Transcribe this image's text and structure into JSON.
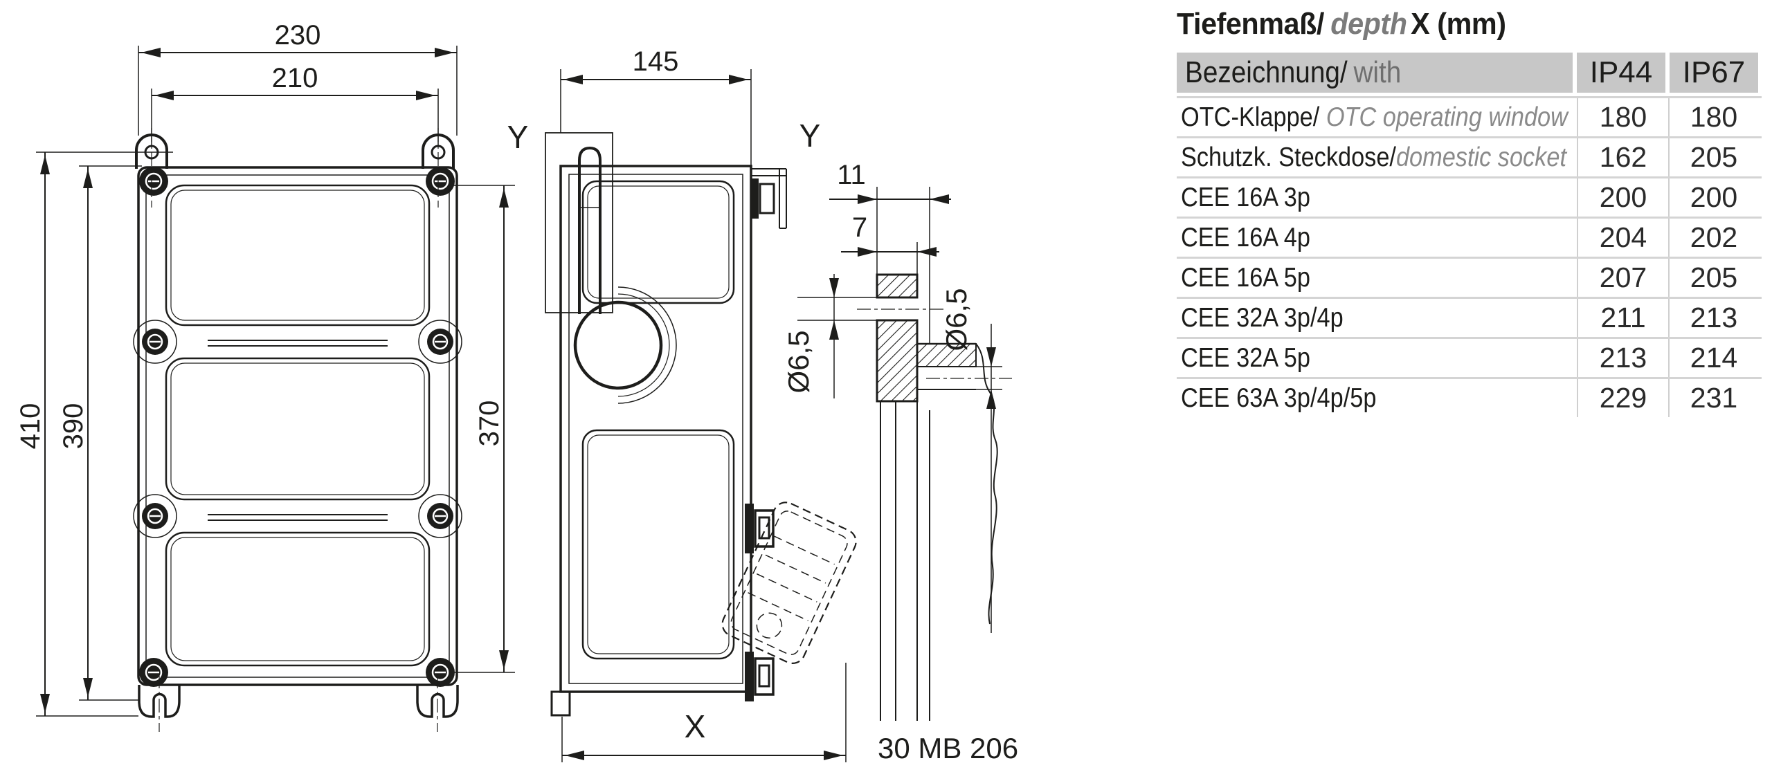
{
  "table": {
    "title": {
      "de": "Tiefenmaß/",
      "en": "depth",
      "suffix": "X (mm)"
    },
    "header": {
      "label_de": "Bezeichnung/",
      "label_en": "with",
      "col_ip44": "IP44",
      "col_ip67": "IP67"
    },
    "rows": [
      {
        "de": "OTC-Klappe/",
        "en": " OTC operating window",
        "ip44": "180",
        "ip67": "180"
      },
      {
        "de": "Schutzk. Steckdose/",
        "en": "domestic socket",
        "ip44": "162",
        "ip67": "205"
      },
      {
        "de": "CEE 16A 3p",
        "en": "",
        "ip44": "200",
        "ip67": "200"
      },
      {
        "de": "CEE 16A 4p",
        "en": "",
        "ip44": "204",
        "ip67": "202"
      },
      {
        "de": "CEE 16A 5p",
        "en": "",
        "ip44": "207",
        "ip67": "205"
      },
      {
        "de": "CEE 32A 3p/4p",
        "en": "",
        "ip44": "211",
        "ip67": "213"
      },
      {
        "de": "CEE 32A 5p",
        "en": "",
        "ip44": "213",
        "ip67": "214"
      },
      {
        "de": "CEE 63A 3p/4p/5p",
        "en": "",
        "ip44": "229",
        "ip67": "231"
      }
    ]
  },
  "drawing": {
    "front_view": {
      "dim_width_outer": "230",
      "dim_width_holes": "210",
      "dim_height_outer": "410",
      "dim_height_holes": "390",
      "dim_height_body": "370"
    },
    "side_view": {
      "dim_depth_front": "145",
      "dim_depth_total": "X",
      "bracket_label": "Y"
    },
    "detail_view": {
      "label": "Y",
      "dim_lug_total": "11",
      "dim_lug_depth": "7",
      "dim_hole_left": "Ø6,5",
      "dim_hole_right": "Ø6,5"
    },
    "part_number": "30 MB 206"
  },
  "colors": {
    "line": "#1d1d1b",
    "table_header_bg": "#c7c7c7",
    "row_separator": "#d4d4d4",
    "secondary_text": "#8a8a8a"
  }
}
